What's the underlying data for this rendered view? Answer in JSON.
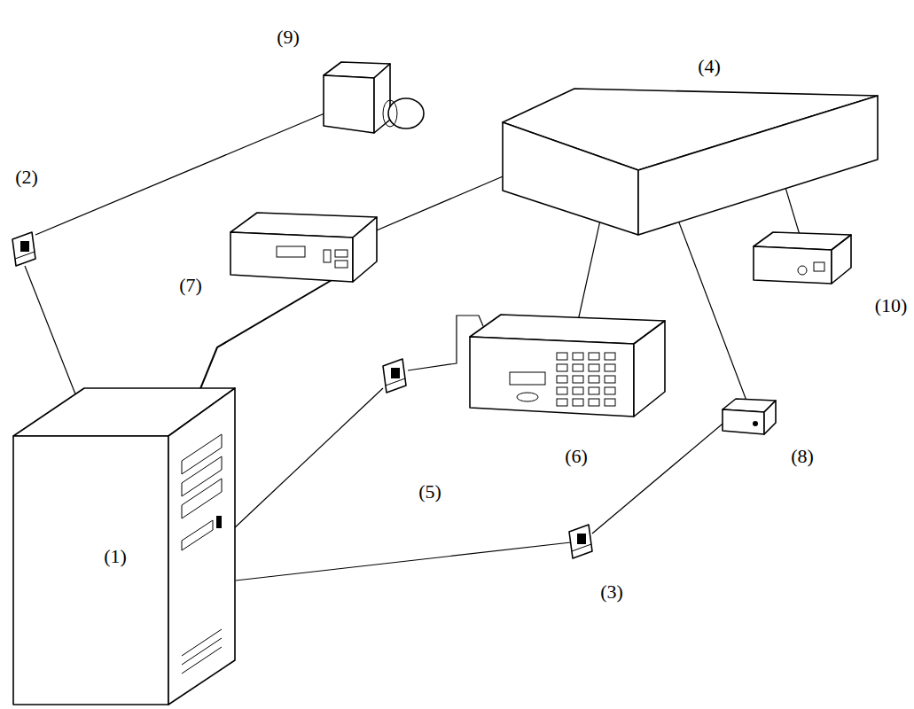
{
  "diagram": {
    "labels": [
      "(9)",
      "(4)",
      "(2)",
      "(7)",
      "(10)",
      "(6)",
      "(8)",
      "(5)",
      "(1)",
      "(3)"
    ]
  }
}
